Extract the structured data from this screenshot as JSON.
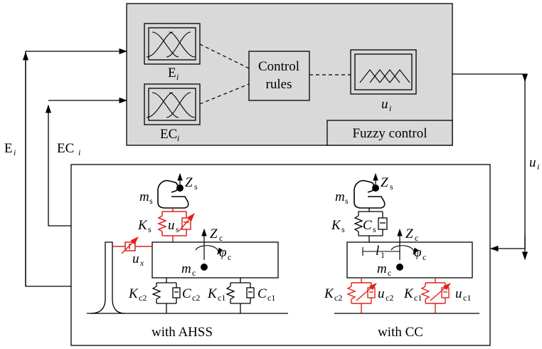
{
  "fuzzy": {
    "title": "Fuzzy control",
    "rules_line1": "Control",
    "rules_line2": "rules",
    "mf_e_main": "E",
    "mf_e_sub": "i",
    "mf_ec_main": "EC",
    "mf_ec_sub": "i",
    "mf_u_main": "u",
    "mf_u_sub": "i"
  },
  "signals": {
    "e_main": "E",
    "e_sub": "i",
    "ec_main": "EC",
    "ec_sub": "i",
    "u_main": "u",
    "u_sub": "i"
  },
  "ahss": {
    "caption": "with AHSS",
    "zs_main": "Z",
    "zs_sub": "s",
    "ms_main": "m",
    "ms_sub": "s",
    "ks_main": "K",
    "ks_sub": "s",
    "us_main": "u",
    "us_sub": "s",
    "zc_main": "Z",
    "zc_sub": "c",
    "phi_main": "φ",
    "phi_sub": "c",
    "mc_main": "m",
    "mc_sub": "c",
    "ux_main": "u",
    "ux_sub": "x",
    "kc2_main": "K",
    "kc2_sub": "c2",
    "cc2_main": "C",
    "cc2_sub": "c2",
    "kc1_main": "K",
    "kc1_sub": "c1",
    "cc1_main": "C",
    "cc1_sub": "c1"
  },
  "cc": {
    "caption": "with CC",
    "zs_main": "Z",
    "zs_sub": "s",
    "ms_main": "m",
    "ms_sub": "s",
    "ks_main": "K",
    "ks_sub": "s",
    "cs_main": "C",
    "cs_sub": "s",
    "zc_main": "Z",
    "zc_sub": "c",
    "l1_main": "l",
    "l1_sub": "1",
    "phi_main": "φ",
    "phi_sub": "c",
    "mc_main": "m",
    "mc_sub": "c",
    "kc2_main": "K",
    "kc2_sub": "c2",
    "uc2_main": "u",
    "uc2_sub": "c2",
    "kc1_main": "K",
    "kc1_sub": "c1",
    "uc1_main": "u",
    "uc1_sub": "c1"
  },
  "colors": {
    "panel_fill": "#d9d9d9",
    "stroke": "#000000",
    "actuator": "#e0211b"
  }
}
